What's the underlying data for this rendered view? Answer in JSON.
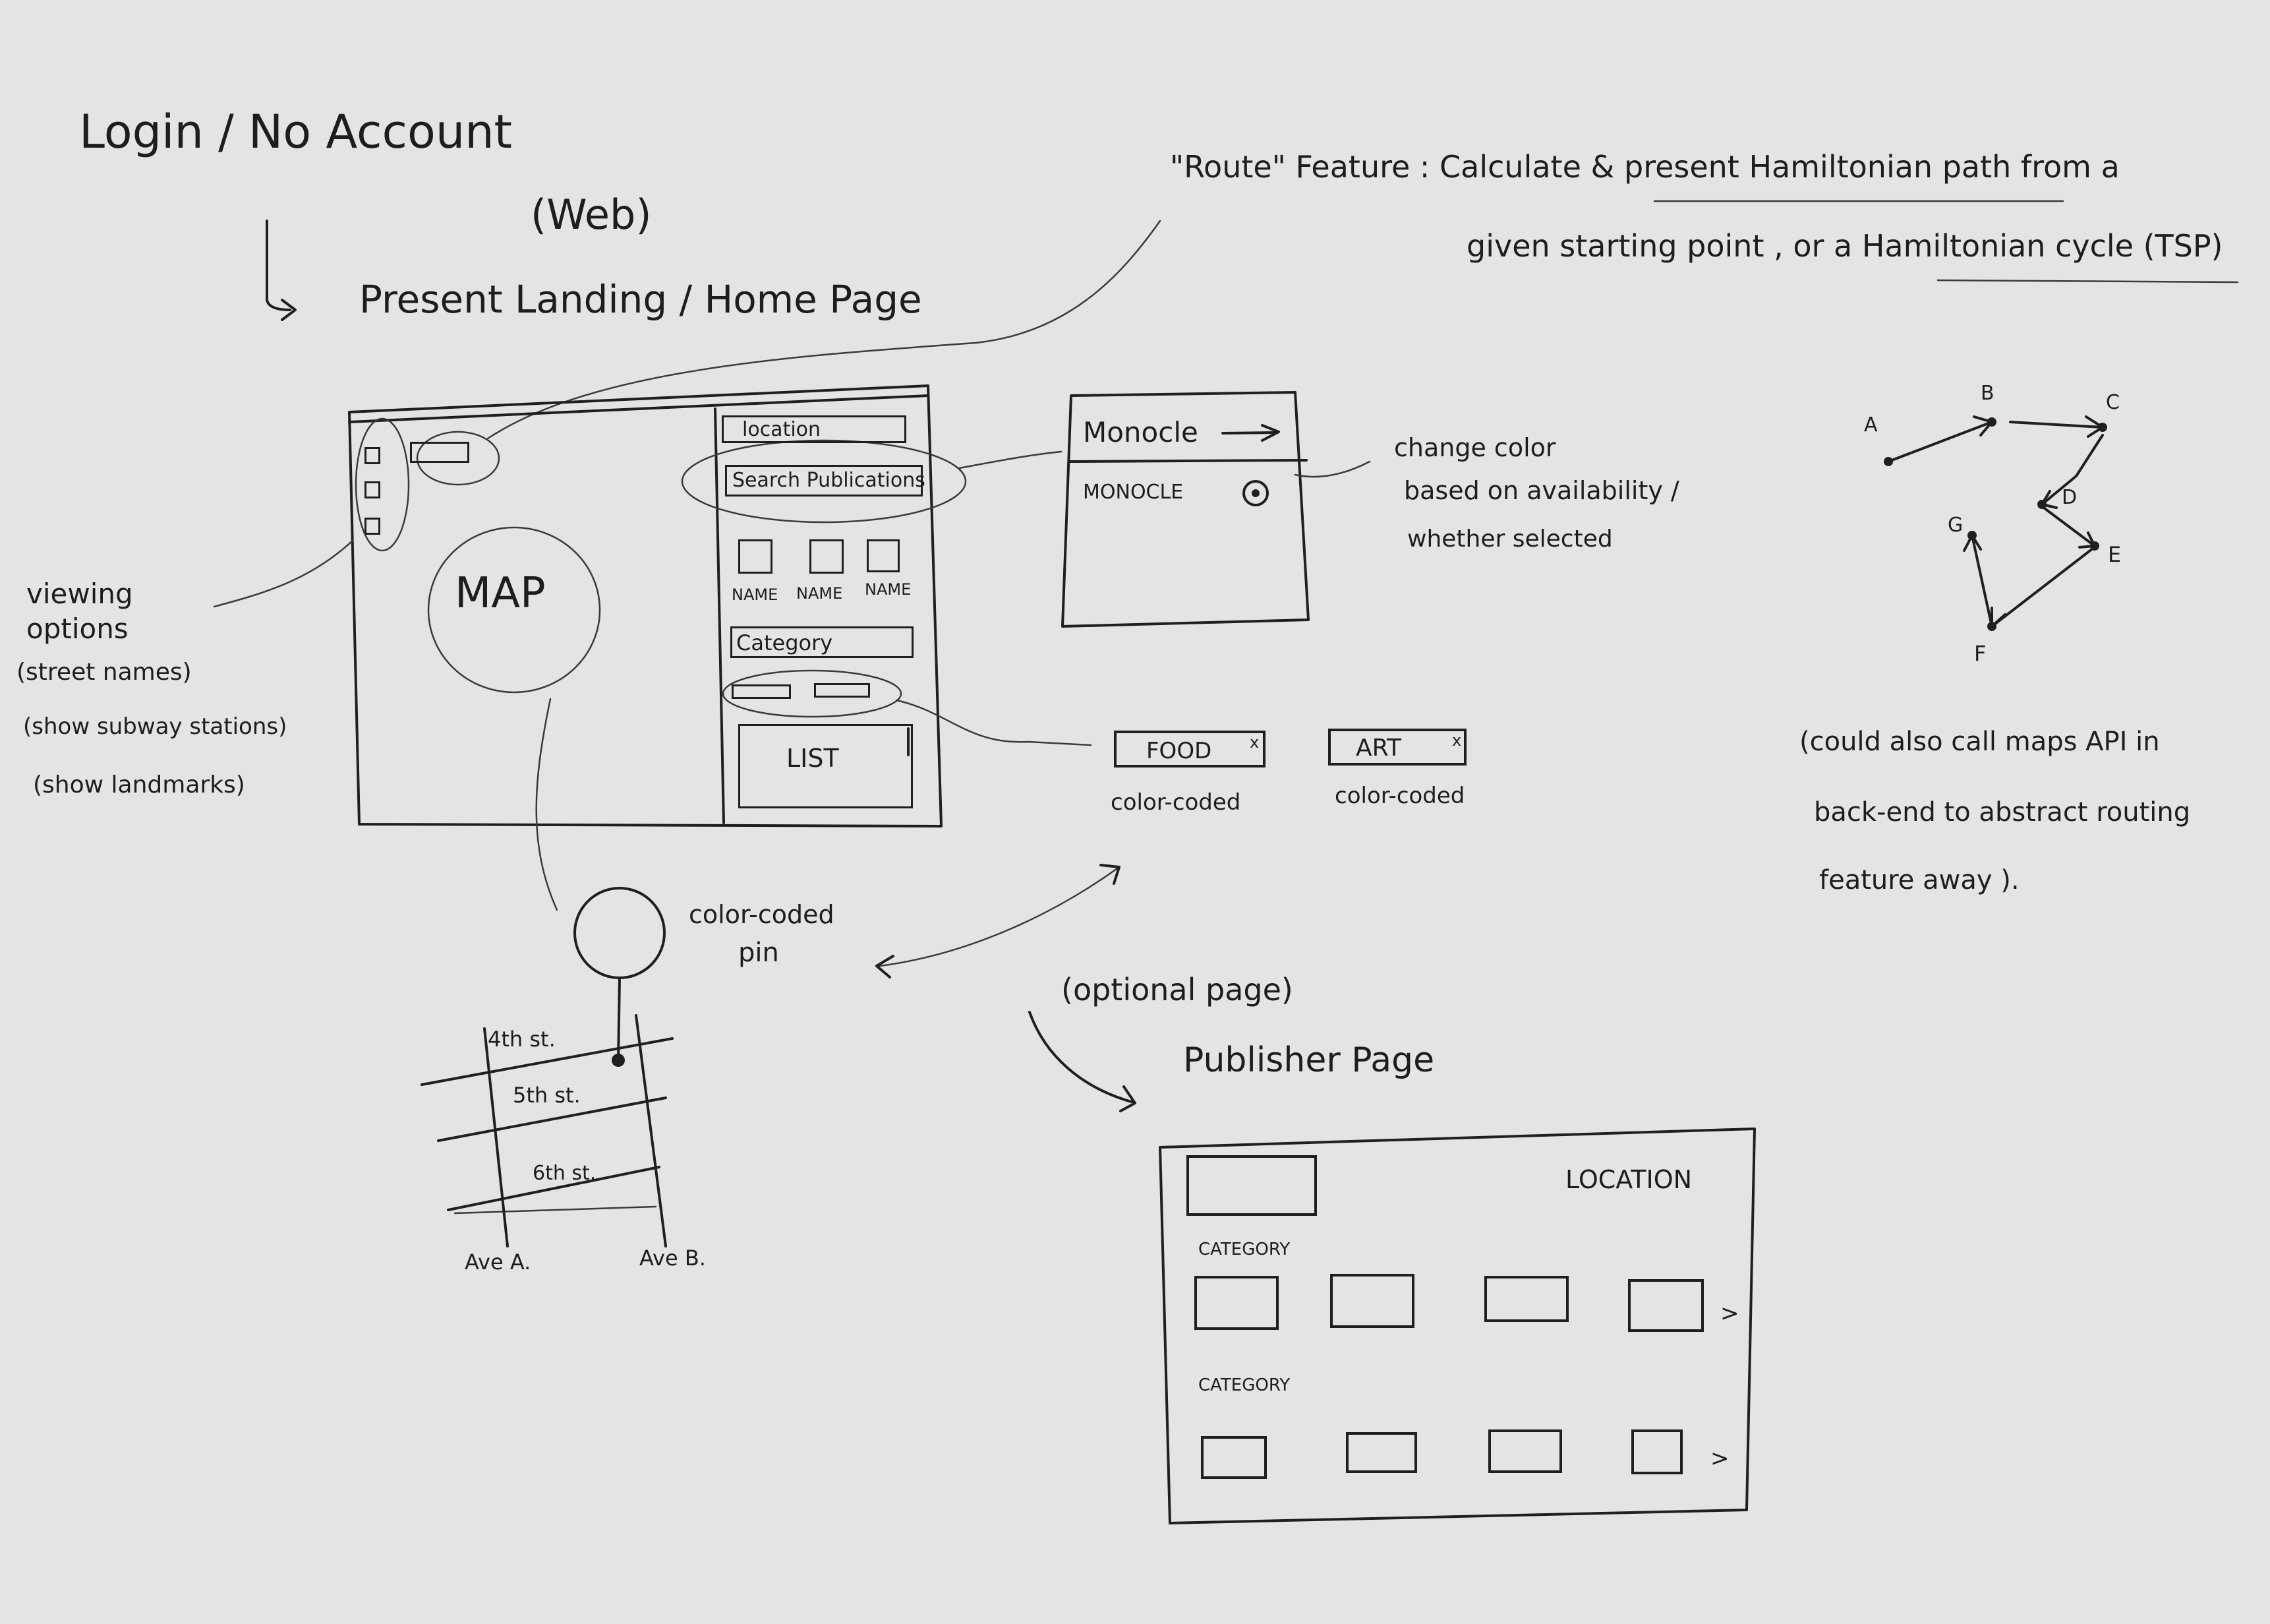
{
  "header": {
    "login_title": "Login / No Account",
    "web_label": "(Web)",
    "landing_label": "Present Landing / Home Page"
  },
  "route_note": {
    "line1": "\"Route\" Feature : Calculate & present Hamiltonian path from a",
    "line2": "given starting point , or a Hamiltonian cycle (TSP)"
  },
  "main_wireframe": {
    "map_label": "MAP",
    "location_field": "location",
    "search_field": "Search Publications",
    "publication_names": [
      "NAME",
      "NAME",
      "NAME"
    ],
    "category_field": "Category",
    "list_label": "LIST"
  },
  "viewing_options": {
    "title": "viewing options",
    "options": [
      "(street names)",
      "(show subway stations)",
      "(show landmarks)"
    ]
  },
  "monocle_panel": {
    "search_entry": "Monocle",
    "result_name": "MONOCLE",
    "note": [
      "change color",
      "based on availability /",
      "whether selected"
    ]
  },
  "tags": [
    {
      "label": "FOOD",
      "close": "x",
      "note": "color-coded"
    },
    {
      "label": "ART",
      "close": "x",
      "note": "color-coded"
    }
  ],
  "graph": {
    "nodes": [
      "A",
      "B",
      "C",
      "D",
      "E",
      "F",
      "G"
    ]
  },
  "maps_api_note": [
    "(could also call maps API in",
    "back-end to abstract routing",
    "feature away )."
  ],
  "pin": {
    "label_line1": "color-coded",
    "label_line2": "pin",
    "streets": [
      "4th st.",
      "5th st.",
      "6th st."
    ],
    "avenues": [
      "Ave A.",
      "Ave B."
    ]
  },
  "publisher": {
    "optional": "(optional page)",
    "title": "Publisher Page",
    "location": "LOCATION",
    "categories": [
      "CATEGORY",
      "CATEGORY"
    ],
    "arrows": [
      ">",
      ">"
    ]
  }
}
